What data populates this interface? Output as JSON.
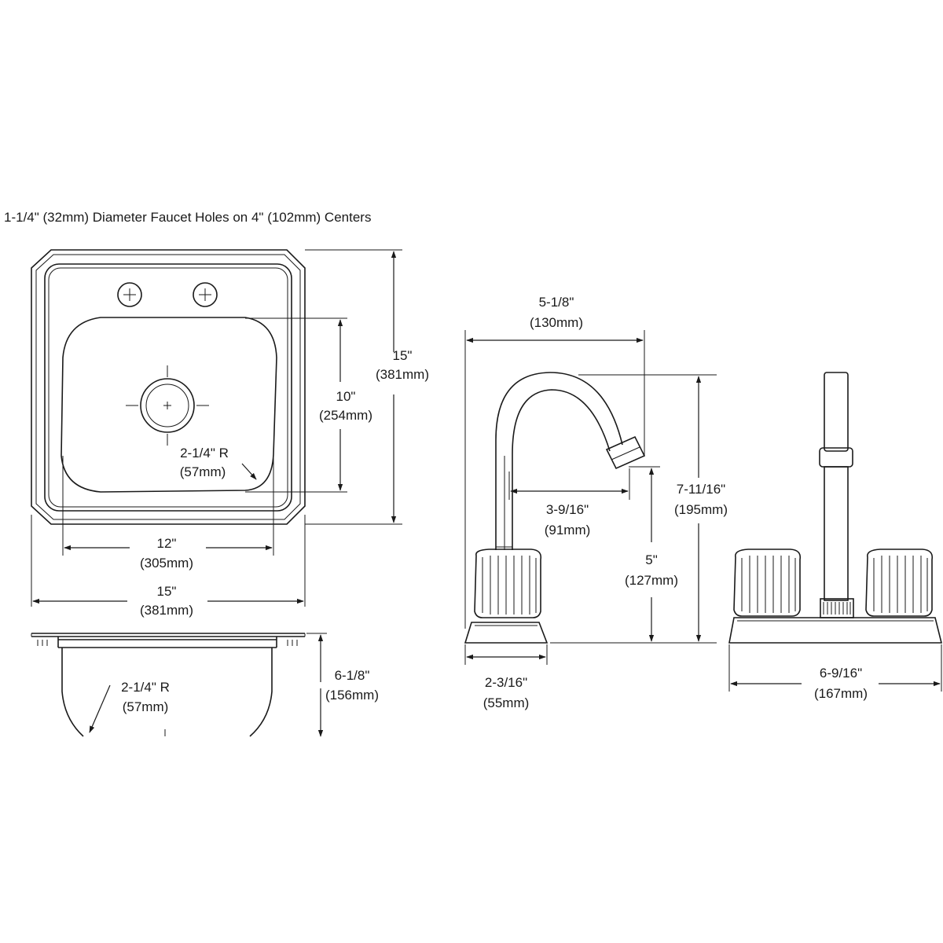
{
  "note": "1-1/4\" (32mm) Diameter Faucet Holes on 4\" (102mm) Centers",
  "sink_top": {
    "overall_length": {
      "imperial": "15\"",
      "metric": "(381mm)"
    },
    "bowl_length": {
      "imperial": "10\"",
      "metric": "(254mm)"
    },
    "bowl_width": {
      "imperial": "12\"",
      "metric": "(305mm)"
    },
    "overall_width": {
      "imperial": "15\"",
      "metric": "(381mm)"
    },
    "corner_radius": {
      "imperial": "2-1/4\" R",
      "metric": "(57mm)"
    }
  },
  "sink_section": {
    "depth": {
      "imperial": "6-1/8\"",
      "metric": "(156mm)"
    },
    "bottom_radius": {
      "imperial": "2-1/4\" R",
      "metric": "(57mm)"
    }
  },
  "faucet_side": {
    "spout_reach": {
      "imperial": "5-1/8\"",
      "metric": "(130mm)"
    },
    "aerator_offset": {
      "imperial": "3-9/16\"",
      "metric": "(91mm)"
    },
    "spout_clearance": {
      "imperial": "5\"",
      "metric": "(127mm)"
    },
    "overall_height": {
      "imperial": "7-11/16\"",
      "metric": "(195mm)"
    },
    "base_depth": {
      "imperial": "2-3/16\"",
      "metric": "(55mm)"
    }
  },
  "faucet_front": {
    "base_width": {
      "imperial": "6-9/16\"",
      "metric": "(167mm)"
    }
  }
}
